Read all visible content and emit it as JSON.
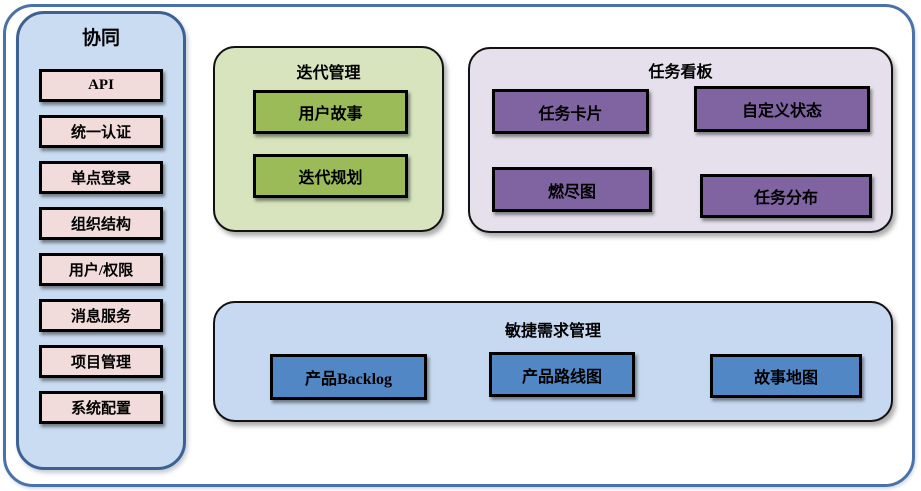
{
  "sidebar": {
    "title": "协同",
    "items": [
      "API",
      "统一认证",
      "单点登录",
      "组织结构",
      "用户/权限",
      "消息服务",
      "项目管理",
      "系统配置"
    ]
  },
  "groups": {
    "iteration": {
      "title": "迭代管理",
      "items": [
        "用户故事",
        "迭代规划"
      ]
    },
    "kanban": {
      "title": "任务看板",
      "items": [
        "任务卡片",
        "自定义状态",
        "燃尽图",
        "任务分布"
      ]
    },
    "agile": {
      "title": "敏捷需求管理",
      "items": [
        "产品Backlog",
        "产品路线图",
        "故事地图"
      ]
    }
  },
  "colors": {
    "frame_border": "#4a72a8",
    "sidebar_bg": "#c9dcf2",
    "sidebar_border": "#3d6292",
    "sidebar_item_bg": "#f2dcdb",
    "iteration_bg": "#d7e4bd",
    "iteration_item_bg": "#9bbb59",
    "kanban_bg": "#e6e0ec",
    "kanban_item_bg": "#8064a2",
    "agile_bg": "#c6d9f1",
    "agile_item_bg": "#5287c5",
    "node_border": "#000000",
    "text": "#000000"
  }
}
